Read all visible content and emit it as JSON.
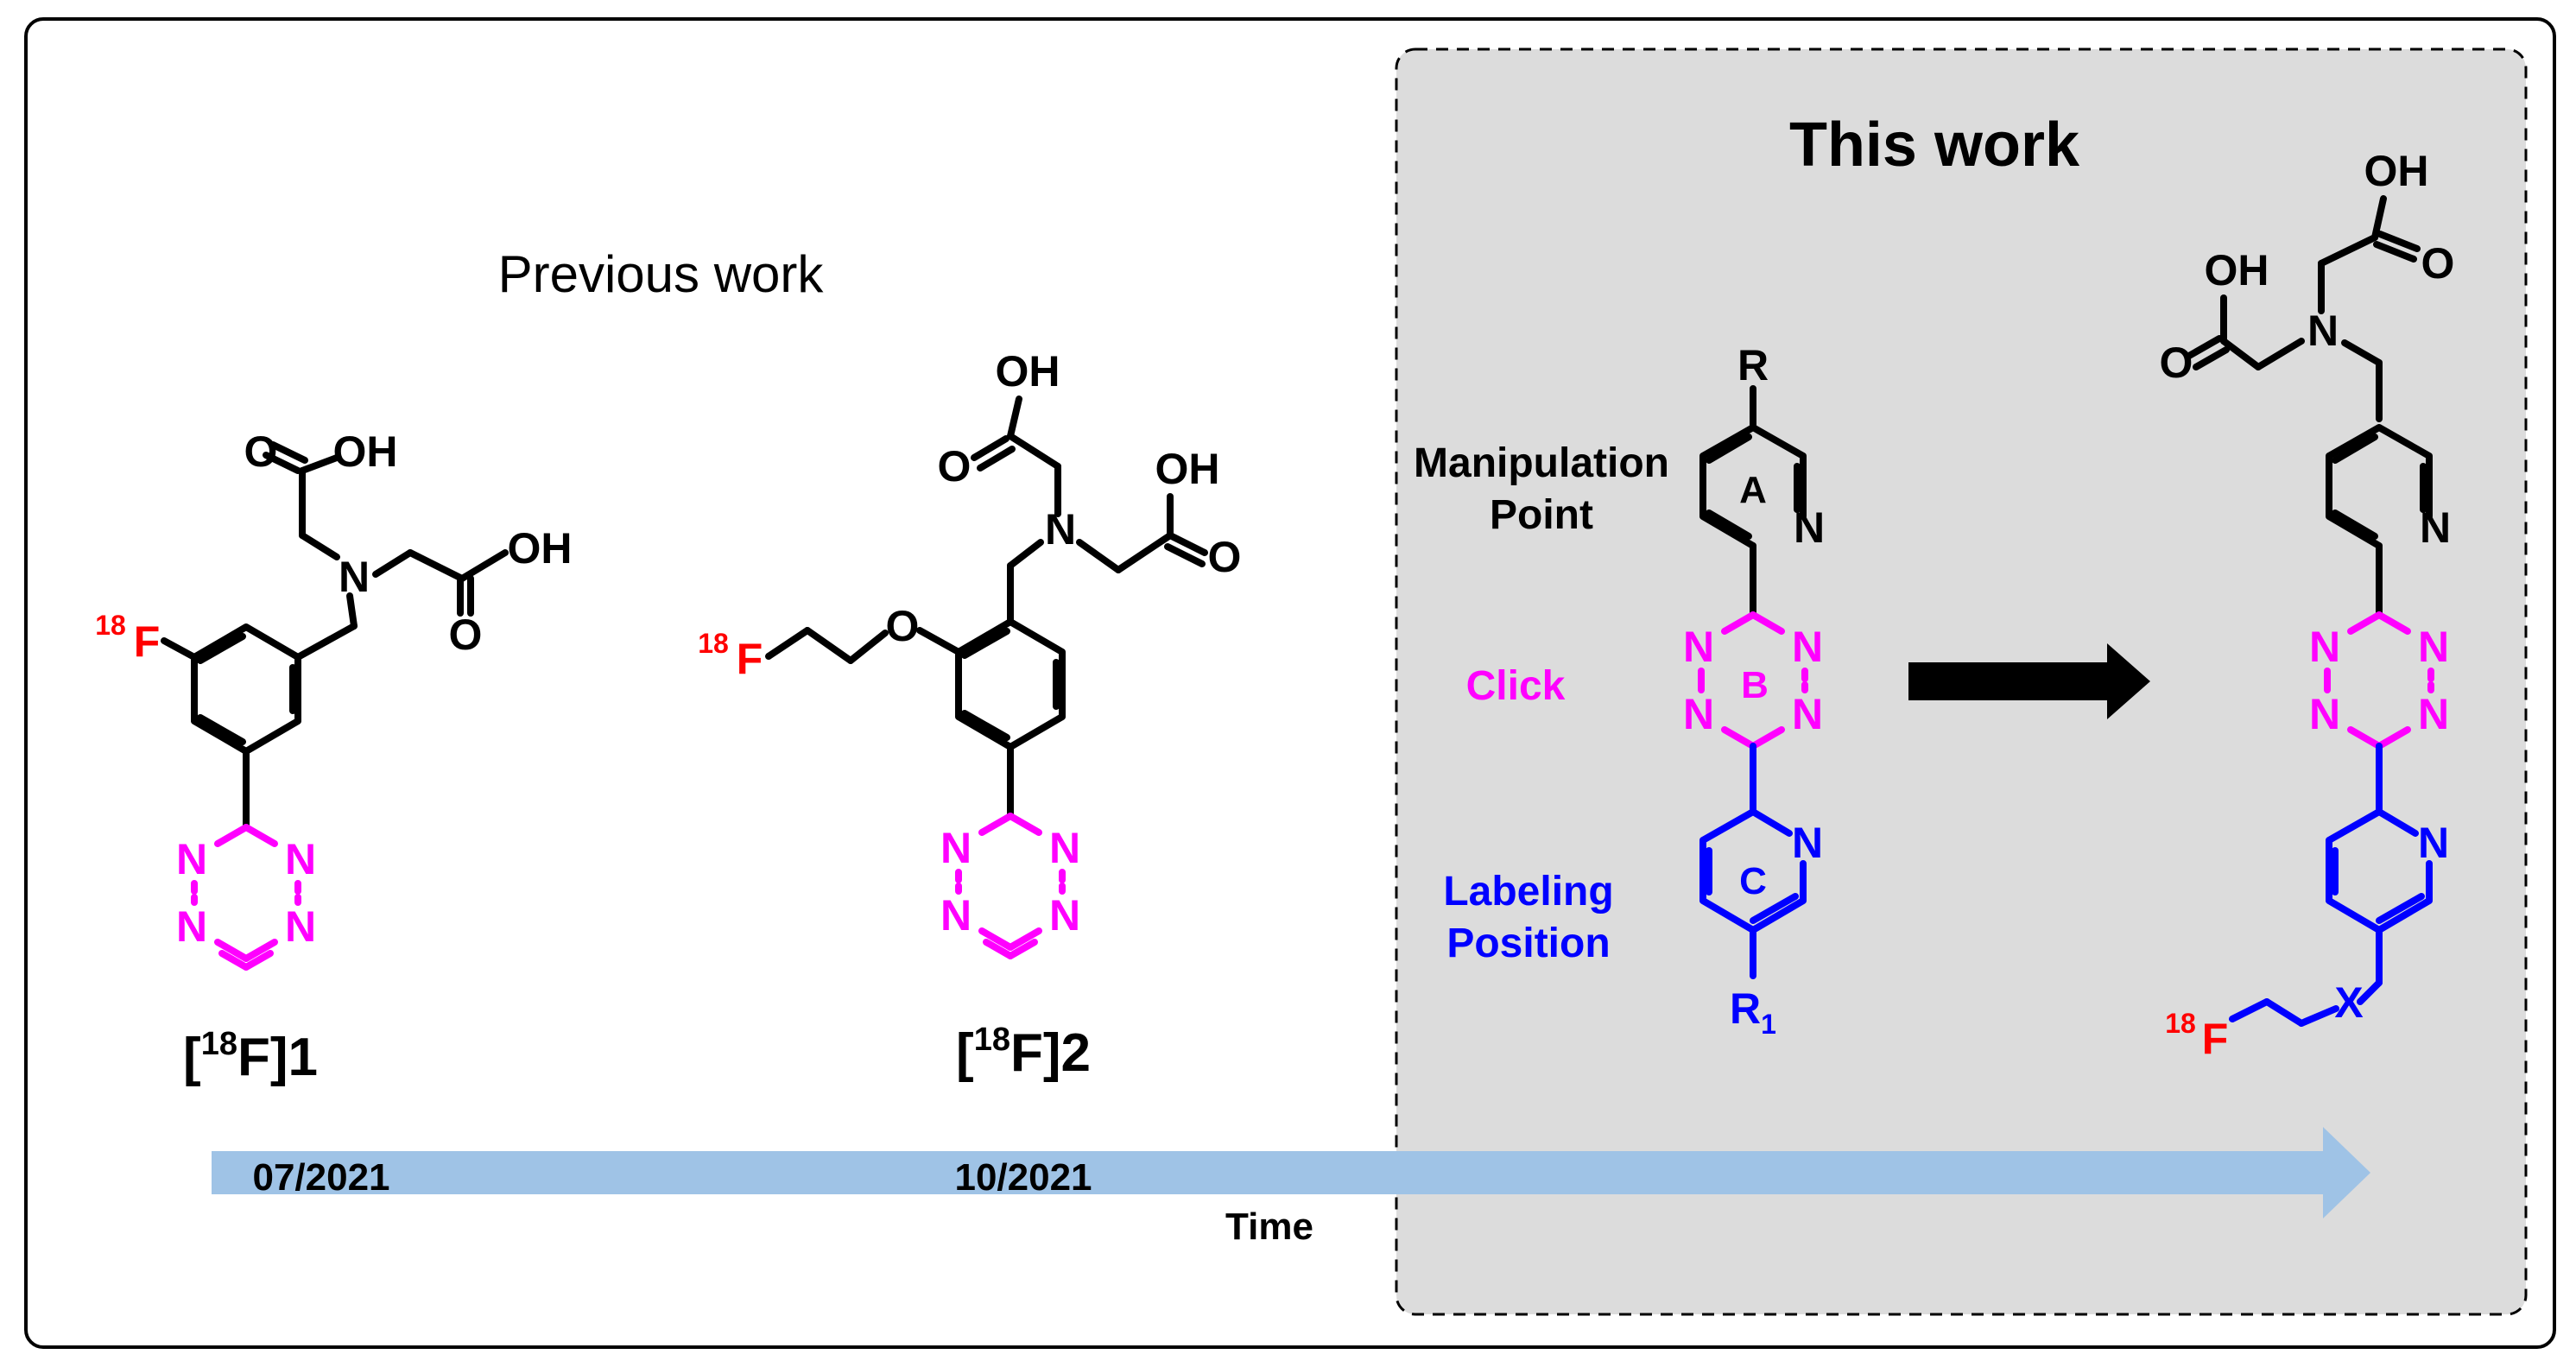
{
  "colors": {
    "black": "#000000",
    "magenta": "#ff00ff",
    "blue": "#0000ff",
    "red": "#ff0000",
    "panel_gray": "#dcdcdc",
    "arrow_blue": "#9fc3e6"
  },
  "previous_work": {
    "title": "Previous work",
    "compound1": {
      "label_open": "[",
      "label_iso": "18",
      "label_rest": "F]1"
    },
    "compound2": {
      "label_open": "[",
      "label_iso": "18",
      "label_rest": "F]2"
    }
  },
  "this_work": {
    "title": "This work",
    "manipulation_line1": "Manipulation",
    "manipulation_line2": "Point",
    "click": "Click",
    "labeling_line1": "Labeling",
    "labeling_line2": "Position"
  },
  "timeline": {
    "date1": "07/2021",
    "date2": "10/2021",
    "axis_label": "Time"
  },
  "atoms": {
    "O": "O",
    "OH": "OH",
    "N": "N",
    "F": "F",
    "iso": "18",
    "R": "R",
    "R1_main": "R",
    "R1_sub": "1",
    "X": "X",
    "ringA": "A",
    "ringB": "B",
    "ringC": "C"
  }
}
